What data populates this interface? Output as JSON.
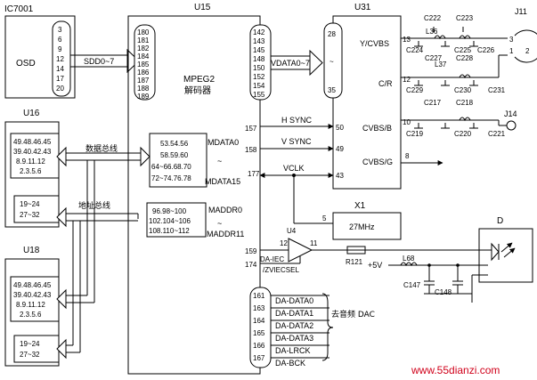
{
  "ic7001": {
    "label": "IC7001",
    "name": "OSD",
    "pins": [
      "3",
      "6",
      "9",
      "12",
      "14",
      "17",
      "20"
    ]
  },
  "sdd_bus": "SDD0~7",
  "u15": {
    "label": "U15",
    "title": "MPEG2",
    "subtitle": "解码器",
    "pins_left": [
      "180",
      "181",
      "182",
      "184",
      "185",
      "186",
      "187",
      "188",
      "189"
    ],
    "pins_right": [
      "142",
      "143",
      "145",
      "148",
      "150",
      "152",
      "154",
      "155"
    ],
    "mdata_pins": [
      "53.54.56",
      "58.59.60",
      "64~66.68.70",
      "72~74.76.78"
    ],
    "mdata0": "MDATA0",
    "mdata_tilde": "~",
    "mdata15": "MDATA15",
    "maddr_pins": [
      "96.98~100",
      "102.104~106",
      "108.110~112"
    ],
    "maddr0": "MADDR0",
    "maddr_tilde": "~",
    "maddr11": "MADDR11",
    "pin157": "157",
    "pin158": "158",
    "pin177": "177",
    "pin159": "159",
    "pin174": "174",
    "da_iec": "DA-IEC",
    "zviecsel": "/ZVIECSEL",
    "da_pins": [
      "161",
      "163",
      "164",
      "165",
      "166",
      "167"
    ],
    "da_signals": [
      "DA-DATA0",
      "DA-DATA1",
      "DA-DATA2",
      "DA-DATA3",
      "DA-LRCK",
      "DA-BCK"
    ]
  },
  "vdata_bus": "VDATA0~7",
  "u31": {
    "label": "U31",
    "pin28": "28",
    "pin_tilde": "~",
    "pin35": "35",
    "pin50": "50",
    "pin49": "49",
    "pin43": "43",
    "out_ycvbs": "Y/CVBS",
    "out_cr": "C/R",
    "out_cvbsb": "CVBS/B",
    "out_cvbsg": "CVBS/G",
    "pin13": "13",
    "pin12": "12",
    "pin10": "10",
    "pin8": "8"
  },
  "signals": {
    "hsync": "H SYNC",
    "vsync": "V SYNC",
    "vclk": "VCLK"
  },
  "u16": {
    "label": "U16",
    "data_pins": [
      "49.48.46.45",
      "39.40.42.43",
      "8.9.11.12",
      "2.3.5.6"
    ],
    "addr_pins": [
      "19~24",
      "27~32"
    ]
  },
  "u18": {
    "label": "U18",
    "data_pins": [
      "49.48.46.45",
      "39.40.42.43",
      "8.9.11.12",
      "2.3.5.6"
    ],
    "addr_pins": [
      "19~24",
      "27~32"
    ]
  },
  "data_bus_label": "数据总线",
  "addr_bus_label": "地址总线",
  "x1": {
    "label": "X1",
    "freq": "27MHz",
    "pin5": "5"
  },
  "u4": {
    "label": "U4",
    "pin12": "12",
    "pin11": "11"
  },
  "r121": "R121",
  "l68": "L68",
  "supply": "+5V",
  "c147": "C147",
  "c148": "C148",
  "optical": "D",
  "to_audio_dac": "去音频 DAC",
  "filter_parts": [
    "C222",
    "C223",
    "L36",
    "C224",
    "C225",
    "C226",
    "C227",
    "L37",
    "C228",
    "C229",
    "C230",
    "C231",
    "C217",
    "C218",
    "C219",
    "C220",
    "C221"
  ],
  "j11": {
    "label": "J11",
    "pins": [
      "3",
      "1",
      "2"
    ]
  },
  "j14": "J14",
  "watermark": "www.55dianzi.com"
}
